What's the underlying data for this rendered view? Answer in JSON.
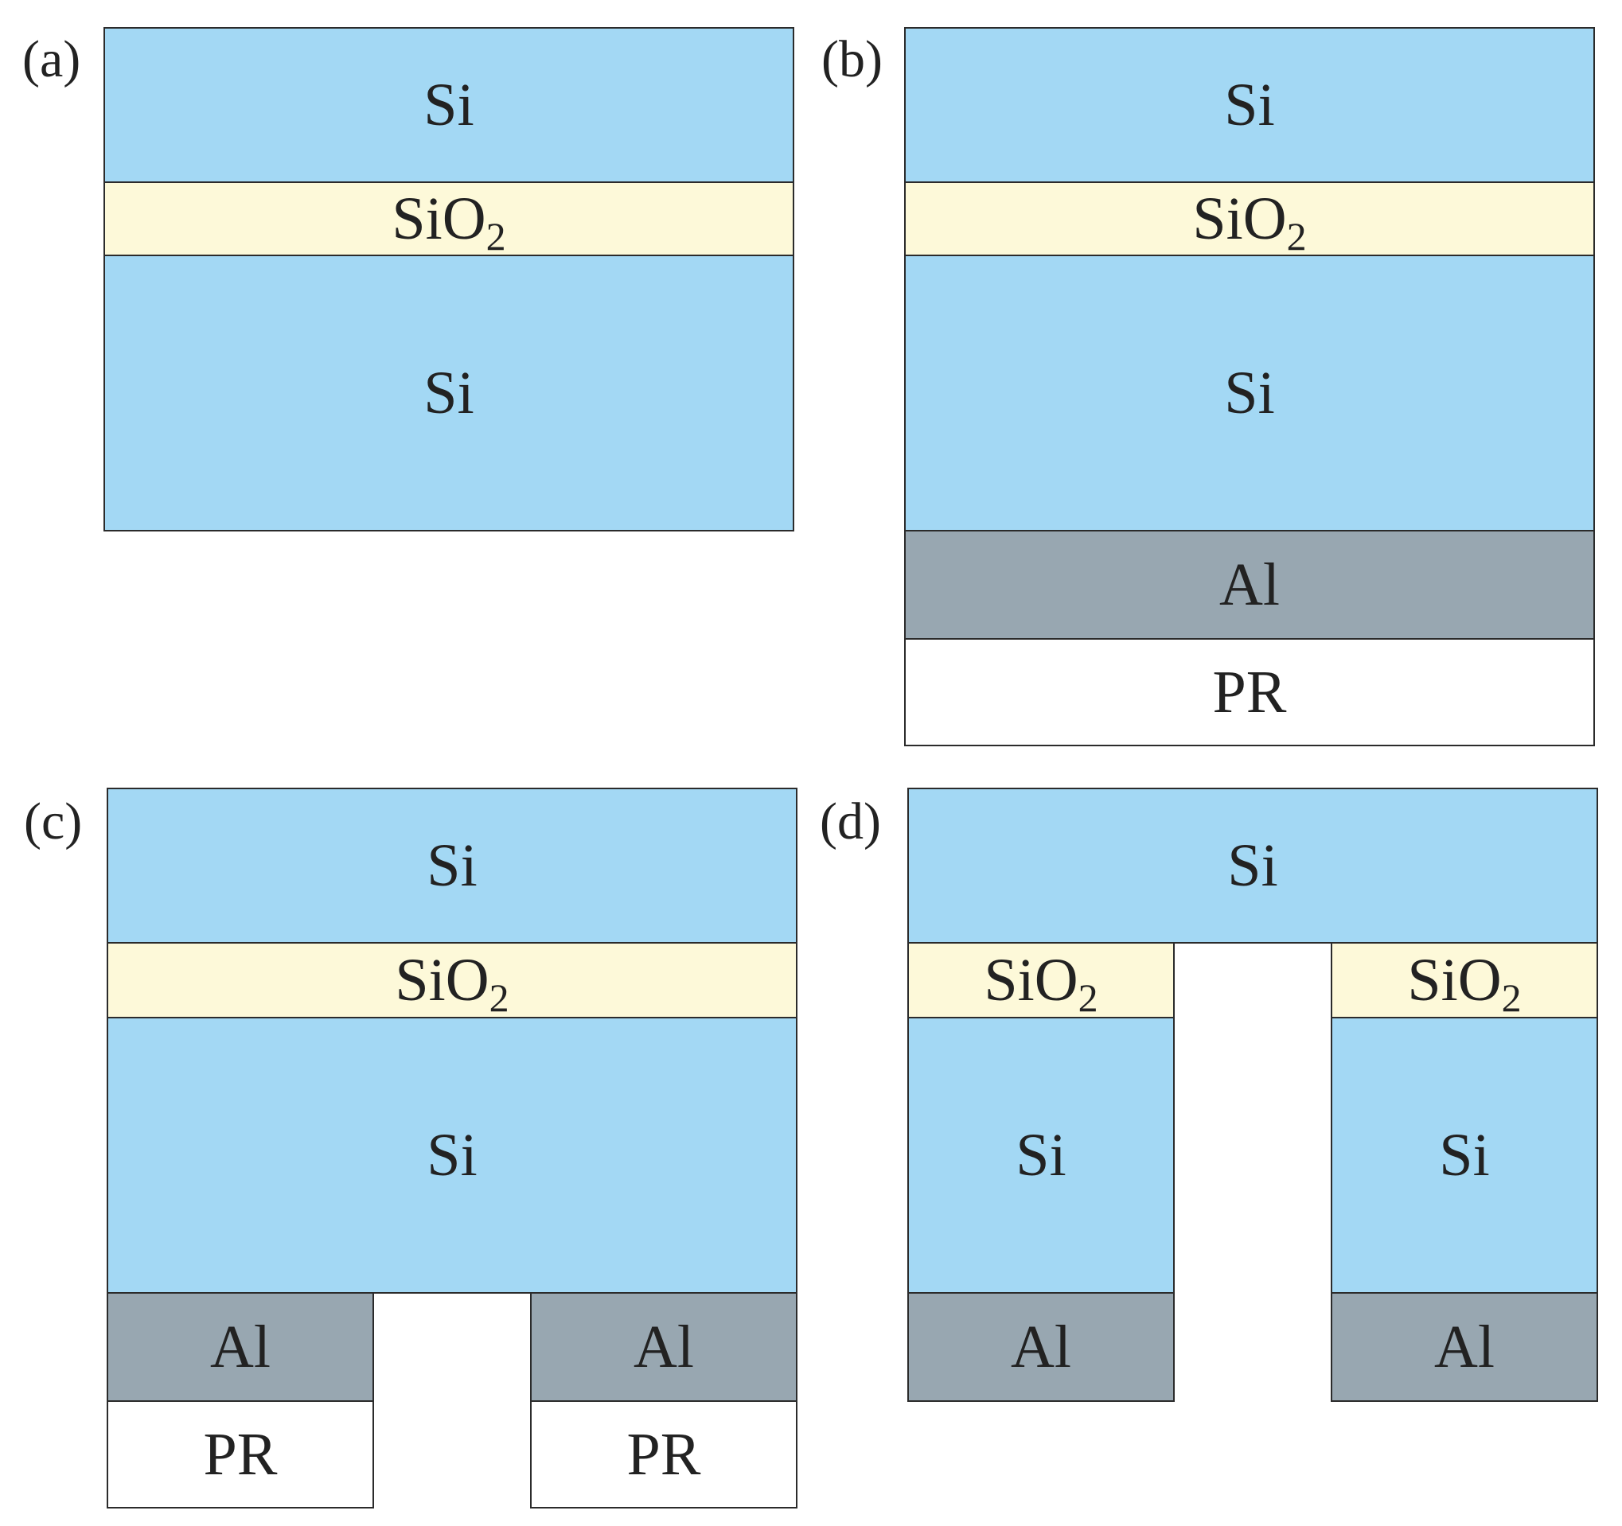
{
  "panels": [
    {
      "label": "(a)",
      "layers": [
        {
          "material": "Si"
        },
        {
          "material": "SiO",
          "subscript": "2"
        },
        {
          "material": "Si"
        }
      ]
    },
    {
      "label": "(b)",
      "layers": [
        {
          "material": "Si"
        },
        {
          "material": "SiO",
          "subscript": "2"
        },
        {
          "material": "Si"
        },
        {
          "material": "Al"
        },
        {
          "material": "PR"
        }
      ]
    },
    {
      "label": "(c)",
      "layers": [
        {
          "material": "Si"
        },
        {
          "material": "SiO",
          "subscript": "2"
        },
        {
          "material": "Si"
        },
        {
          "material": "Al"
        },
        {
          "material": "Al"
        },
        {
          "material": "PR"
        },
        {
          "material": "PR"
        }
      ]
    },
    {
      "label": "(d)",
      "layers": [
        {
          "material": "Si"
        },
        {
          "material": "SiO",
          "subscript": "2"
        },
        {
          "material": "SiO",
          "subscript": "2"
        },
        {
          "material": "Si"
        },
        {
          "material": "Si"
        },
        {
          "material": "Al"
        },
        {
          "material": "Al"
        }
      ]
    }
  ],
  "colors": {
    "Si": "#a3d8f4",
    "SiO2": "#fdf9d9",
    "Al": "#98a7b1",
    "PR": "#ffffff",
    "outline": "#2b2b2b"
  }
}
